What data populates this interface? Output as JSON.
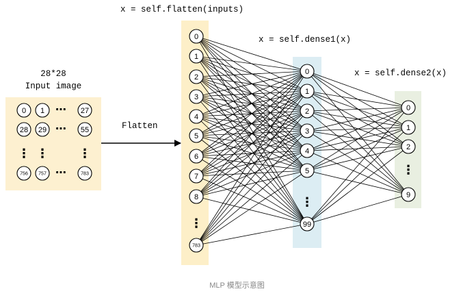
{
  "labels": {
    "flatten_code": "x = self.flatten(inputs)",
    "dense1_code": "x = self.dense1(x)",
    "dense2_code": "x = self.dense2(x)",
    "input_size": "28*28",
    "input_title": "Input image",
    "arrow_label": "Flatten",
    "caption": "MLP 模型示意图"
  },
  "input_grid": {
    "rows": [
      [
        "0",
        "1",
        "⋯",
        "27"
      ],
      [
        "28",
        "29",
        "⋯",
        "55"
      ],
      [
        "⋮",
        "⋮",
        "",
        "⋮"
      ],
      [
        "756",
        "757",
        "⋯",
        "783"
      ]
    ]
  },
  "flatten_layer": {
    "nodes": [
      "0",
      "1",
      "2",
      "3",
      "4",
      "5",
      "6",
      "7",
      "8",
      "⋮",
      "783"
    ]
  },
  "dense1_layer": {
    "nodes": [
      "0",
      "1",
      "2",
      "3",
      "4",
      "5",
      "⋮",
      "99"
    ]
  },
  "dense2_layer": {
    "nodes": [
      "0",
      "1",
      "2",
      "⋮",
      "9"
    ]
  },
  "colors": {
    "input_bg": "#fdf0d0",
    "flatten_bg": "#fdefc8",
    "dense1_bg": "#dcedf3",
    "dense2_bg": "#e9efe1",
    "line": "#000000"
  }
}
